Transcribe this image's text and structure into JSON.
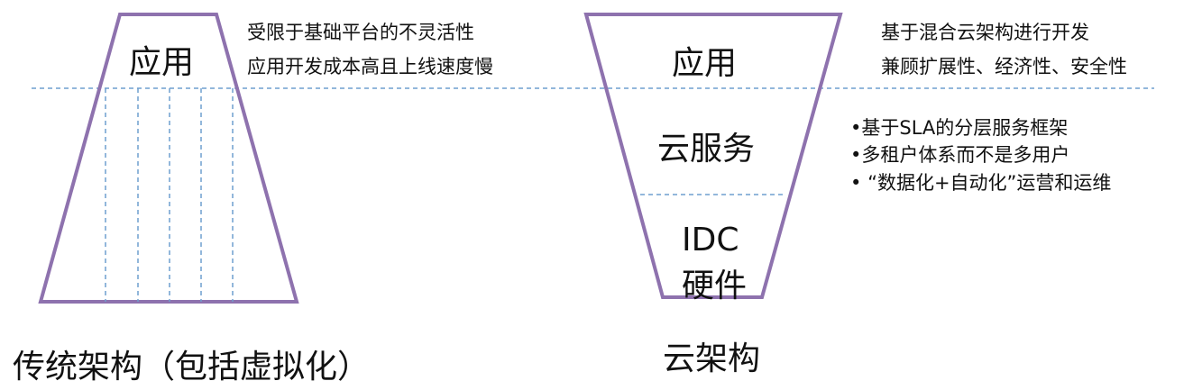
{
  "traditional": {
    "app_label": "应用",
    "desc_lines": [
      "受限于基础平台的不灵活性",
      "应用开发成本高且上线速度慢"
    ],
    "caption": "传统架构（包括虚拟化）"
  },
  "cloud": {
    "app_label": "应用",
    "service_label": "云服务",
    "idc_label": "IDC",
    "hardware_label": "硬件",
    "top_desc_lines": [
      "基于混合云架构进行开发",
      "兼顾扩展性、经济性、安全性"
    ],
    "bullets": [
      "基于SLA的分层服务框架",
      "多租户体系而不是多用户",
      "“数据化+自动化”运营和运维"
    ],
    "caption": "云架构"
  },
  "colors": {
    "outline": "#8e72ae",
    "dashed": "#6f9fcf",
    "text": "#111111"
  }
}
